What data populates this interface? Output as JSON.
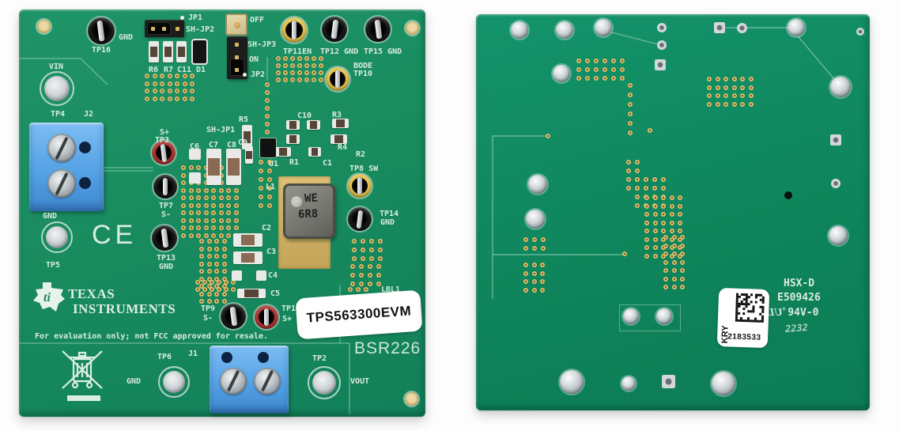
{
  "scene_title": "TPS563300EVM evaluation board, front and back views",
  "colors": {
    "board_green": "#188a5e",
    "back_board_green": "#0f855c",
    "silkscreen": "#d9ecdf",
    "via_gold": "#dcba68",
    "terminal_blue": "#55a2e5",
    "tp_yellow": "#e7c64d",
    "tp_red": "#b23531",
    "tp_black": "#181818",
    "sticker_white": "#ffffff"
  },
  "front": {
    "labels": {
      "gnd_tp16": "GND",
      "tp16": "TP16",
      "jp1": "JP1",
      "sh_jp2": "SH-JP2",
      "r6": "R6",
      "r7": "R7",
      "c11": "C11",
      "d1": "D1",
      "off": "OFF",
      "sh_jp3": "SH-JP3",
      "on": "ON",
      "jp2": "JP2",
      "tp11en": "TP11EN",
      "tp12_gnd": "TP12 GND",
      "tp15_gnd": "TP15 GND",
      "bode": "BODE",
      "tp10": "TP10",
      "vin": "VIN",
      "tp4": "TP4",
      "j2": "J2",
      "s_plus": "S+",
      "tp3": "TP3",
      "sh_jp1": "SH-JP1",
      "r5": "R5",
      "c10": "C10",
      "r3": "R3",
      "c9": "C9",
      "r4": "R4",
      "r2": "R2",
      "u1": "U1",
      "r1": "R1",
      "c1": "C1",
      "c6": "C6",
      "c7": "C7",
      "c8": "C8",
      "tp7": "TP7",
      "s_minus": "S-",
      "gnd_tp5": "GND",
      "tp5": "TP5",
      "ce": "CE",
      "tp13": "TP13",
      "gnd_tp13": "GND",
      "l1": "L1",
      "ind_we": "WE",
      "ind_6r8": "6R8",
      "tp8_sw": "TP8 SW",
      "tp14": "TP14",
      "gnd_tp14": "GND",
      "c2": "C2",
      "c3": "C3",
      "c4": "C4",
      "c5": "C5",
      "logo_ti": "ti",
      "ti_texas": "TEXAS",
      "ti_instruments": "INSTRUMENTS",
      "tp9": "TP9",
      "tp1": "TP1",
      "evm": "TPS563300EVM",
      "fcc": "For evaluation only; not FCC approved for resale.",
      "lbl1": "LBL1",
      "bsr226": "BSR226",
      "tp6": "TP6",
      "gnd_tp6": "GND",
      "j1": "J1",
      "tp2": "TP2",
      "vout": "VOUT"
    }
  },
  "back": {
    "labels": {
      "kry": "KRY",
      "serial": "2183533",
      "hsx_d": "HSX-D",
      "e_number": "E509426",
      "ul": "UL",
      "reg": "®",
      "rating": "94V-0",
      "date_code": "2232"
    }
  }
}
